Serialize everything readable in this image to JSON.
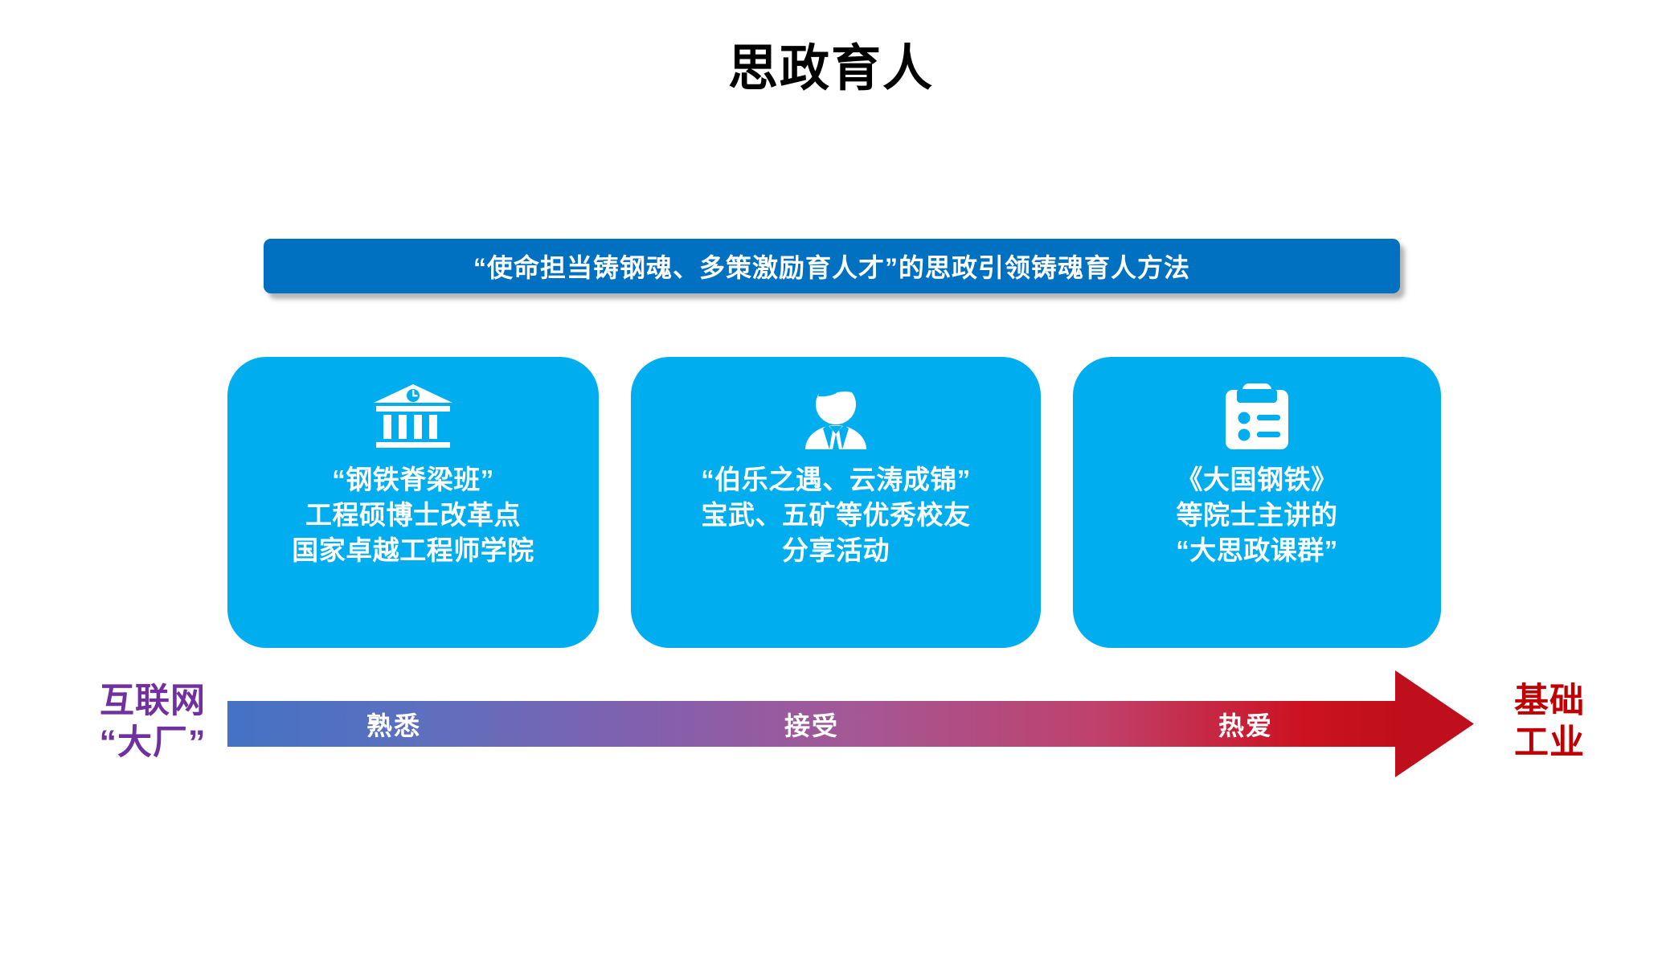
{
  "slide": {
    "title": "思政育人",
    "banner": {
      "text": "“使命担当铸钢魂、多策激励育人才”的思政引领铸魂育人方法",
      "color": "#0070C0"
    },
    "cards": [
      {
        "icon": "bank-building-icon",
        "color": "#00AEEF",
        "lines": [
          "“钢铁脊梁班”",
          "工程硕博士改革点",
          "国家卓越工程师学院"
        ]
      },
      {
        "icon": "person-icon",
        "color": "#00AEEF",
        "lines": [
          "“伯乐之遇、云涛成锦”",
          "宝武、五矿等优秀校友",
          "分享活动"
        ]
      },
      {
        "icon": "clipboard-checklist-icon",
        "color": "#00AEEF",
        "lines": [
          "《大国钢铁》",
          "等院士主讲的",
          "“大思政课群”"
        ]
      }
    ],
    "arrow": {
      "start_label": [
        "互联网",
        "“大厂”"
      ],
      "start_label_color": "#7030A0",
      "end_label": [
        "基础",
        "工业"
      ],
      "end_label_color": "#C00000",
      "stages": [
        "熟悉",
        "接受",
        "热爱"
      ],
      "gradient_from": "#4472C4",
      "gradient_mid": "#8260AE",
      "gradient_to": "#C00F1C"
    }
  }
}
